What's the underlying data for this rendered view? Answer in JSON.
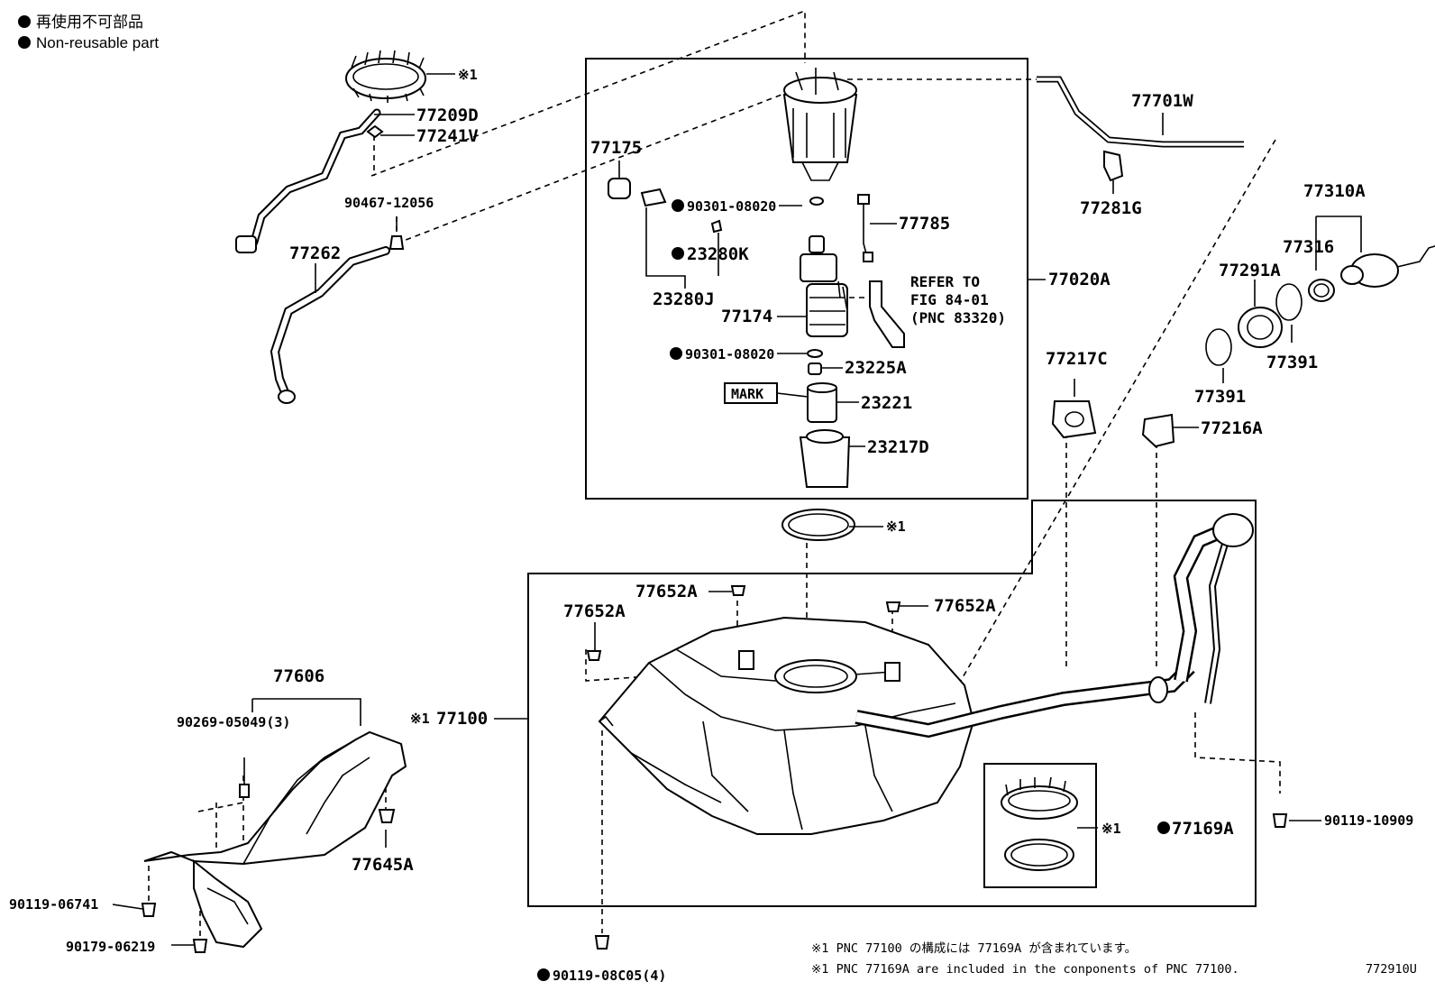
{
  "legend": {
    "ja": "再使用不可部品",
    "en": "Non-reusable part"
  },
  "footer": {
    "note_ja": "※1 PNC 77100 の構成には 77169A が含まれています。",
    "note_en": "※1 PNC 77169A are included in the conponents of PNC 77100.",
    "figure_id": "772910U"
  },
  "refer": {
    "line1": "REFER TO",
    "line2": "FIG 84-01",
    "line3": "(PNC 83320)"
  },
  "mark_label": "MARK",
  "note_symbol": "※1",
  "parts": {
    "p77209D": "77209D",
    "p77241V": "77241V",
    "p90467_12056": "90467-12056",
    "p77262": "77262",
    "p77175": "77175",
    "p90301_08020_a": "90301-08020",
    "p23280K": "23280K",
    "p23280J": "23280J",
    "p77174": "77174",
    "p90301_08020_b": "90301-08020",
    "p23225A": "23225A",
    "p23221": "23221",
    "p23217D": "23217D",
    "p77785": "77785",
    "p77020A": "77020A",
    "p77701W": "77701W",
    "p77281G": "77281G",
    "p77310A": "77310A",
    "p77316": "77316",
    "p77291A": "77291A",
    "p77391_a": "77391",
    "p77391_b": "77391",
    "p77217C": "77217C",
    "p77216A": "77216A",
    "p77652A_a": "77652A",
    "p77652A_b": "77652A",
    "p77652A_c": "77652A",
    "p77100": "77100",
    "p77606": "77606",
    "p90269_05049": "90269-05049(3)",
    "p77645A": "77645A",
    "p90119_06741": "90119-06741",
    "p90179_06219": "90179-06219",
    "p90119_08C05": "90119-08C05(4)",
    "p77169A": "77169A",
    "p90119_10909": "90119-10909"
  }
}
